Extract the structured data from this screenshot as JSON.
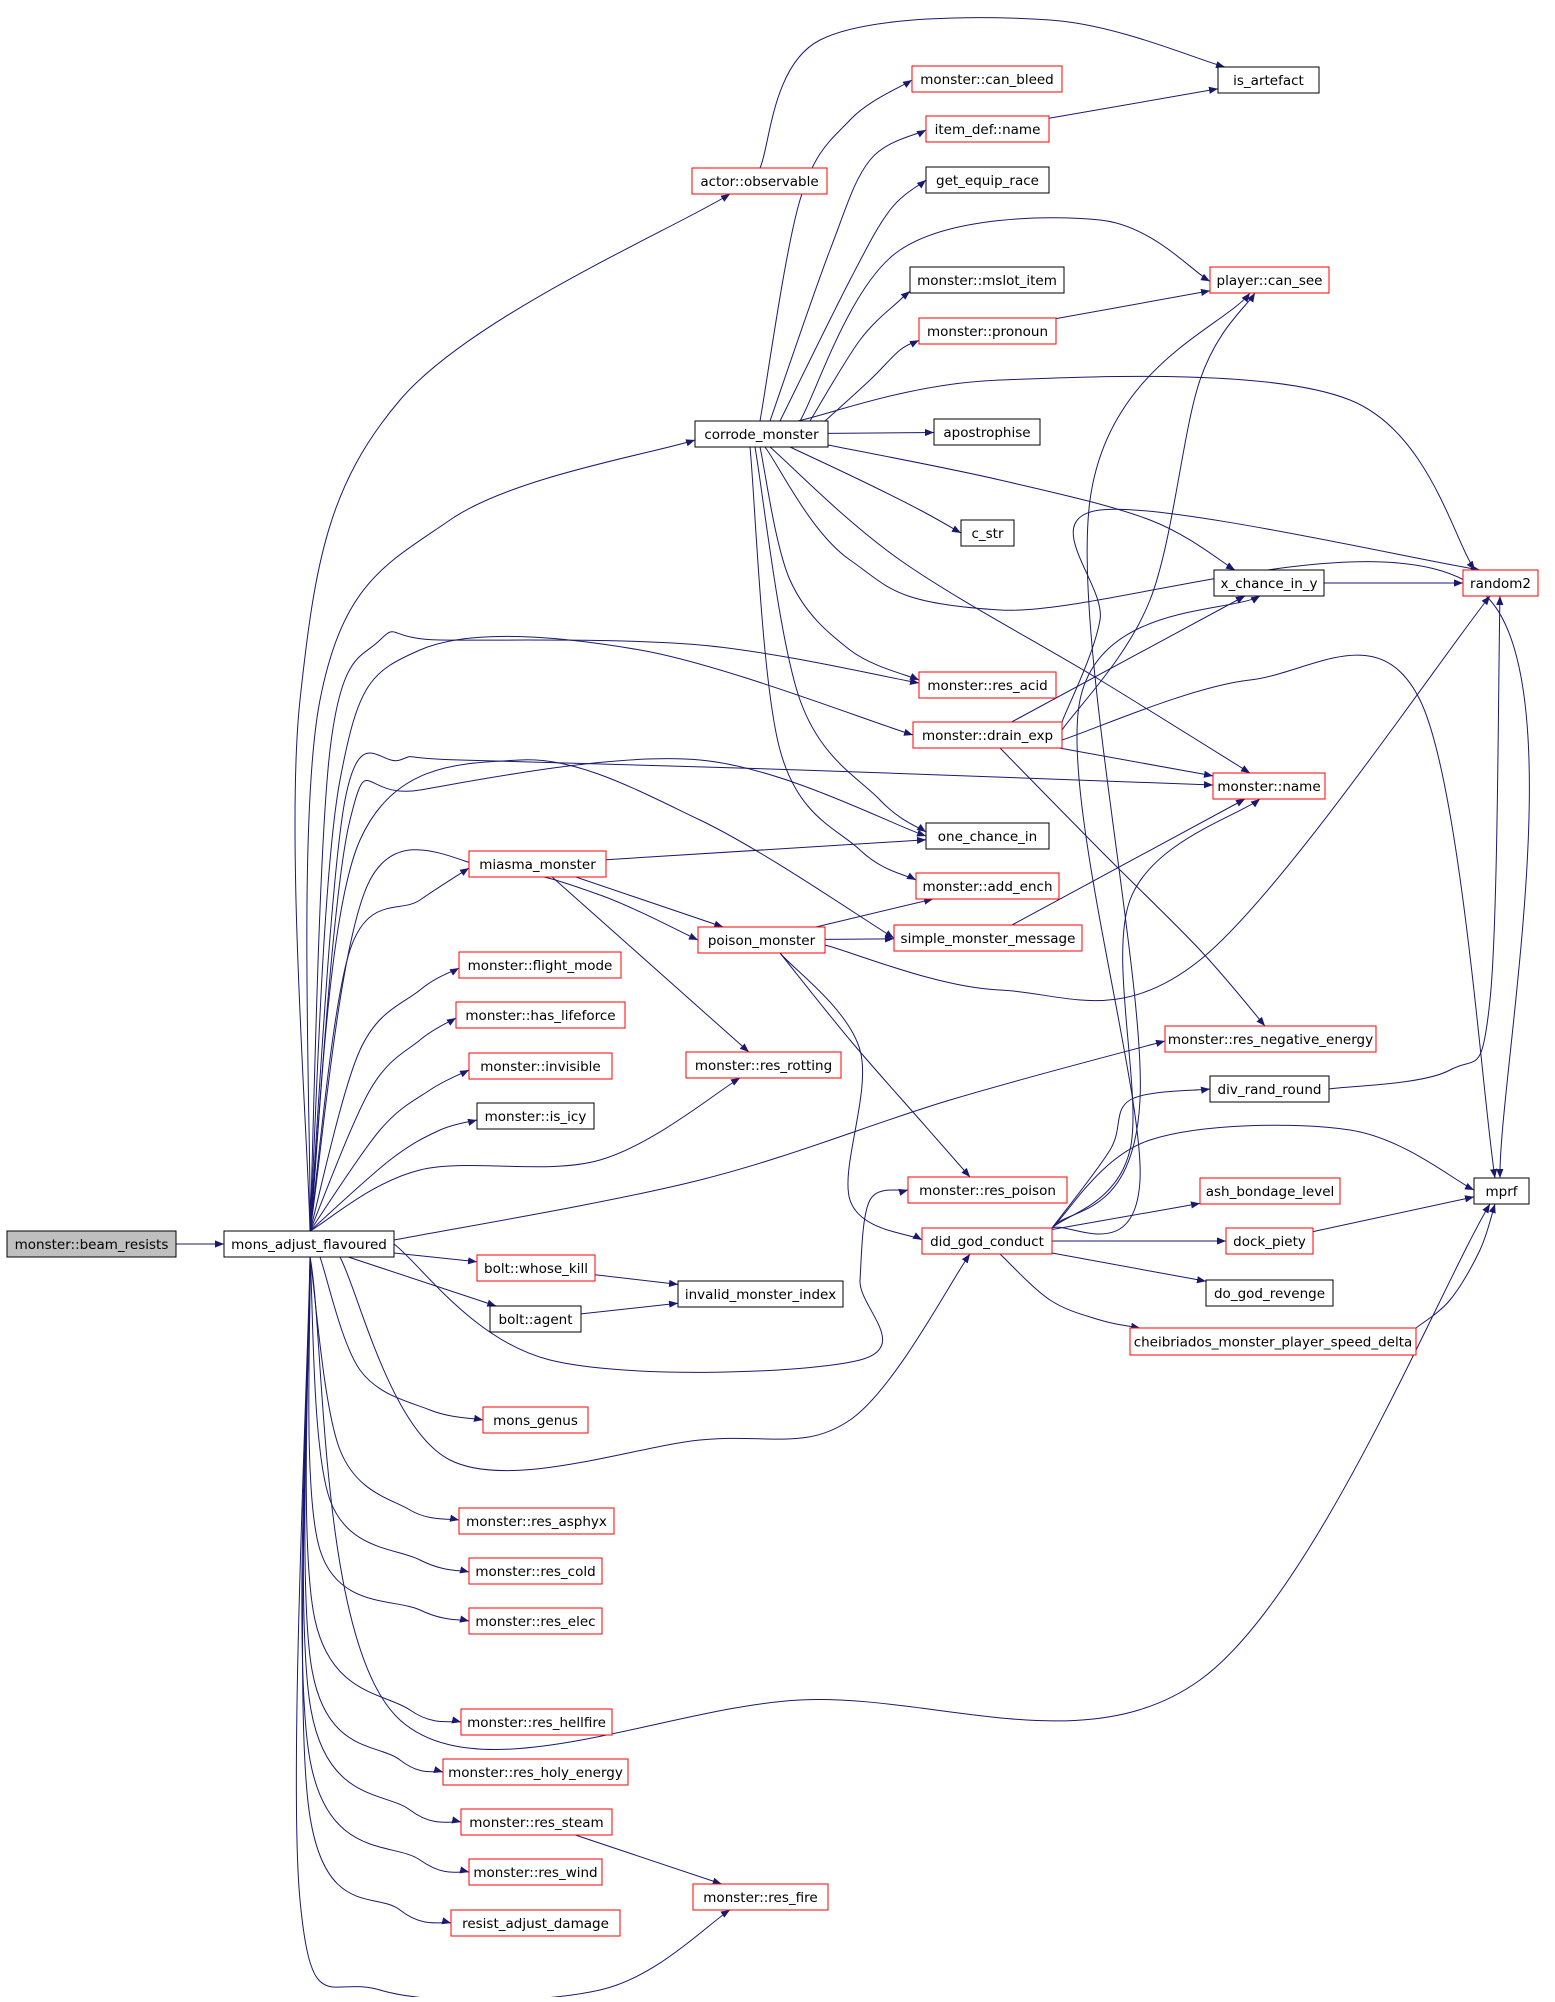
{
  "title": "monster::beam_resists call graph",
  "colors": {
    "edge": "#191970",
    "root_fill": "#bfbfbf",
    "root_border": "#000000",
    "plain_border": "#000000",
    "linked_border": "#ff0000",
    "node_fill": "#ffffff"
  },
  "nodes": [
    {
      "id": "beam_resists",
      "label": "monster::beam_resists",
      "style": "root"
    },
    {
      "id": "mons_adjust_flavoured",
      "label": "mons_adjust_flavoured",
      "style": "plain"
    },
    {
      "id": "actor_observable",
      "label": "actor::observable",
      "style": "linked"
    },
    {
      "id": "corrode_monster",
      "label": "corrode_monster",
      "style": "plain"
    },
    {
      "id": "miasma_monster",
      "label": "miasma_monster",
      "style": "linked"
    },
    {
      "id": "poison_monster",
      "label": "poison_monster",
      "style": "linked"
    },
    {
      "id": "flight_mode",
      "label": "monster::flight_mode",
      "style": "linked"
    },
    {
      "id": "has_lifeforce",
      "label": "monster::has_lifeforce",
      "style": "linked"
    },
    {
      "id": "invisible",
      "label": "monster::invisible",
      "style": "linked"
    },
    {
      "id": "is_icy",
      "label": "monster::is_icy",
      "style": "plain"
    },
    {
      "id": "res_rotting",
      "label": "monster::res_rotting",
      "style": "linked"
    },
    {
      "id": "whose_kill",
      "label": "bolt::whose_kill",
      "style": "linked"
    },
    {
      "id": "agent",
      "label": "bolt::agent",
      "style": "plain"
    },
    {
      "id": "invalid_monster_index",
      "label": "invalid_monster_index",
      "style": "plain"
    },
    {
      "id": "mons_genus",
      "label": "mons_genus",
      "style": "linked"
    },
    {
      "id": "res_asphyx",
      "label": "monster::res_asphyx",
      "style": "linked"
    },
    {
      "id": "res_cold",
      "label": "monster::res_cold",
      "style": "linked"
    },
    {
      "id": "res_elec",
      "label": "monster::res_elec",
      "style": "linked"
    },
    {
      "id": "res_hellfire",
      "label": "monster::res_hellfire",
      "style": "linked"
    },
    {
      "id": "res_holy_energy",
      "label": "monster::res_holy_energy",
      "style": "linked"
    },
    {
      "id": "res_steam",
      "label": "monster::res_steam",
      "style": "linked"
    },
    {
      "id": "res_wind",
      "label": "monster::res_wind",
      "style": "linked"
    },
    {
      "id": "resist_adjust_damage",
      "label": "resist_adjust_damage",
      "style": "linked"
    },
    {
      "id": "res_fire",
      "label": "monster::res_fire",
      "style": "linked"
    },
    {
      "id": "can_bleed",
      "label": "monster::can_bleed",
      "style": "linked"
    },
    {
      "id": "item_def_name",
      "label": "item_def::name",
      "style": "linked"
    },
    {
      "id": "get_equip_race",
      "label": "get_equip_race",
      "style": "plain"
    },
    {
      "id": "mslot_item",
      "label": "monster::mslot_item",
      "style": "plain"
    },
    {
      "id": "pronoun",
      "label": "monster::pronoun",
      "style": "linked"
    },
    {
      "id": "apostrophise",
      "label": "apostrophise",
      "style": "plain"
    },
    {
      "id": "c_str",
      "label": "c_str",
      "style": "plain"
    },
    {
      "id": "res_acid",
      "label": "monster::res_acid",
      "style": "linked"
    },
    {
      "id": "drain_exp",
      "label": "monster::drain_exp",
      "style": "linked"
    },
    {
      "id": "one_chance_in",
      "label": "one_chance_in",
      "style": "plain"
    },
    {
      "id": "add_ench",
      "label": "monster::add_ench",
      "style": "linked"
    },
    {
      "id": "simple_monster_message",
      "label": "simple_monster_message",
      "style": "linked"
    },
    {
      "id": "res_poison",
      "label": "monster::res_poison",
      "style": "linked"
    },
    {
      "id": "did_god_conduct",
      "label": "did_god_conduct",
      "style": "linked"
    },
    {
      "id": "is_artefact",
      "label": "is_artefact",
      "style": "plain"
    },
    {
      "id": "player_can_see",
      "label": "player::can_see",
      "style": "linked"
    },
    {
      "id": "x_chance_in_y",
      "label": "x_chance_in_y",
      "style": "plain"
    },
    {
      "id": "random2",
      "label": "random2",
      "style": "linked"
    },
    {
      "id": "monster_name",
      "label": "monster::name",
      "style": "linked"
    },
    {
      "id": "res_negative_energy",
      "label": "monster::res_negative_energy",
      "style": "linked"
    },
    {
      "id": "div_rand_round",
      "label": "div_rand_round",
      "style": "plain"
    },
    {
      "id": "mprf",
      "label": "mprf",
      "style": "plain"
    },
    {
      "id": "ash_bondage_level",
      "label": "ash_bondage_level",
      "style": "linked"
    },
    {
      "id": "dock_piety",
      "label": "dock_piety",
      "style": "linked"
    },
    {
      "id": "do_god_revenge",
      "label": "do_god_revenge",
      "style": "plain"
    },
    {
      "id": "cheibriados_delta",
      "label": "cheibriados_monster_player_speed_delta",
      "style": "linked"
    }
  ],
  "edges": [
    [
      "beam_resists",
      "mons_adjust_flavoured"
    ],
    [
      "mons_adjust_flavoured",
      "actor_observable"
    ],
    [
      "mons_adjust_flavoured",
      "corrode_monster"
    ],
    [
      "mons_adjust_flavoured",
      "res_acid"
    ],
    [
      "mons_adjust_flavoured",
      "drain_exp"
    ],
    [
      "mons_adjust_flavoured",
      "monster_name"
    ],
    [
      "mons_adjust_flavoured",
      "one_chance_in"
    ],
    [
      "mons_adjust_flavoured",
      "miasma_monster"
    ],
    [
      "mons_adjust_flavoured",
      "simple_monster_message"
    ],
    [
      "mons_adjust_flavoured",
      "poison_monster"
    ],
    [
      "mons_adjust_flavoured",
      "flight_mode"
    ],
    [
      "mons_adjust_flavoured",
      "has_lifeforce"
    ],
    [
      "mons_adjust_flavoured",
      "invisible"
    ],
    [
      "mons_adjust_flavoured",
      "is_icy"
    ],
    [
      "mons_adjust_flavoured",
      "res_rotting"
    ],
    [
      "mons_adjust_flavoured",
      "res_negative_energy"
    ],
    [
      "mons_adjust_flavoured",
      "res_poison"
    ],
    [
      "mons_adjust_flavoured",
      "whose_kill"
    ],
    [
      "mons_adjust_flavoured",
      "agent"
    ],
    [
      "mons_adjust_flavoured",
      "did_god_conduct"
    ],
    [
      "mons_adjust_flavoured",
      "mons_genus"
    ],
    [
      "mons_adjust_flavoured",
      "res_asphyx"
    ],
    [
      "mons_adjust_flavoured",
      "res_cold"
    ],
    [
      "mons_adjust_flavoured",
      "res_elec"
    ],
    [
      "mons_adjust_flavoured",
      "mprf"
    ],
    [
      "mons_adjust_flavoured",
      "res_hellfire"
    ],
    [
      "mons_adjust_flavoured",
      "res_holy_energy"
    ],
    [
      "mons_adjust_flavoured",
      "res_steam"
    ],
    [
      "mons_adjust_flavoured",
      "res_wind"
    ],
    [
      "mons_adjust_flavoured",
      "resist_adjust_damage"
    ],
    [
      "mons_adjust_flavoured",
      "res_fire"
    ],
    [
      "actor_observable",
      "is_artefact"
    ],
    [
      "corrode_monster",
      "can_bleed"
    ],
    [
      "corrode_monster",
      "item_def_name"
    ],
    [
      "corrode_monster",
      "get_equip_race"
    ],
    [
      "corrode_monster",
      "player_can_see"
    ],
    [
      "corrode_monster",
      "mslot_item"
    ],
    [
      "corrode_monster",
      "pronoun"
    ],
    [
      "corrode_monster",
      "apostrophise"
    ],
    [
      "corrode_monster",
      "random2"
    ],
    [
      "corrode_monster",
      "c_str"
    ],
    [
      "corrode_monster",
      "x_chance_in_y"
    ],
    [
      "corrode_monster",
      "mprf"
    ],
    [
      "corrode_monster",
      "res_acid"
    ],
    [
      "corrode_monster",
      "monster_name"
    ],
    [
      "corrode_monster",
      "one_chance_in"
    ],
    [
      "corrode_monster",
      "add_ench"
    ],
    [
      "item_def_name",
      "is_artefact"
    ],
    [
      "pronoun",
      "player_can_see"
    ],
    [
      "x_chance_in_y",
      "random2"
    ],
    [
      "drain_exp",
      "player_can_see"
    ],
    [
      "drain_exp",
      "x_chance_in_y"
    ],
    [
      "drain_exp",
      "random2"
    ],
    [
      "drain_exp",
      "monster_name"
    ],
    [
      "drain_exp",
      "mprf"
    ],
    [
      "drain_exp",
      "res_negative_energy"
    ],
    [
      "miasma_monster",
      "one_chance_in"
    ],
    [
      "miasma_monster",
      "poison_monster"
    ],
    [
      "miasma_monster",
      "res_rotting"
    ],
    [
      "poison_monster",
      "add_ench"
    ],
    [
      "poison_monster",
      "simple_monster_message"
    ],
    [
      "poison_monster",
      "random2"
    ],
    [
      "poison_monster",
      "res_poison"
    ],
    [
      "poison_monster",
      "did_god_conduct"
    ],
    [
      "simple_monster_message",
      "monster_name"
    ],
    [
      "whose_kill",
      "invalid_monster_index"
    ],
    [
      "agent",
      "invalid_monster_index"
    ],
    [
      "res_steam",
      "res_fire"
    ],
    [
      "did_god_conduct",
      "x_chance_in_y"
    ],
    [
      "did_god_conduct",
      "player_can_see"
    ],
    [
      "did_god_conduct",
      "monster_name"
    ],
    [
      "did_god_conduct",
      "div_rand_round"
    ],
    [
      "did_god_conduct",
      "mprf"
    ],
    [
      "did_god_conduct",
      "ash_bondage_level"
    ],
    [
      "did_god_conduct",
      "dock_piety"
    ],
    [
      "did_god_conduct",
      "do_god_revenge"
    ],
    [
      "did_god_conduct",
      "cheibriados_delta"
    ],
    [
      "div_rand_round",
      "random2"
    ],
    [
      "dock_piety",
      "mprf"
    ],
    [
      "cheibriados_delta",
      "mprf"
    ]
  ]
}
